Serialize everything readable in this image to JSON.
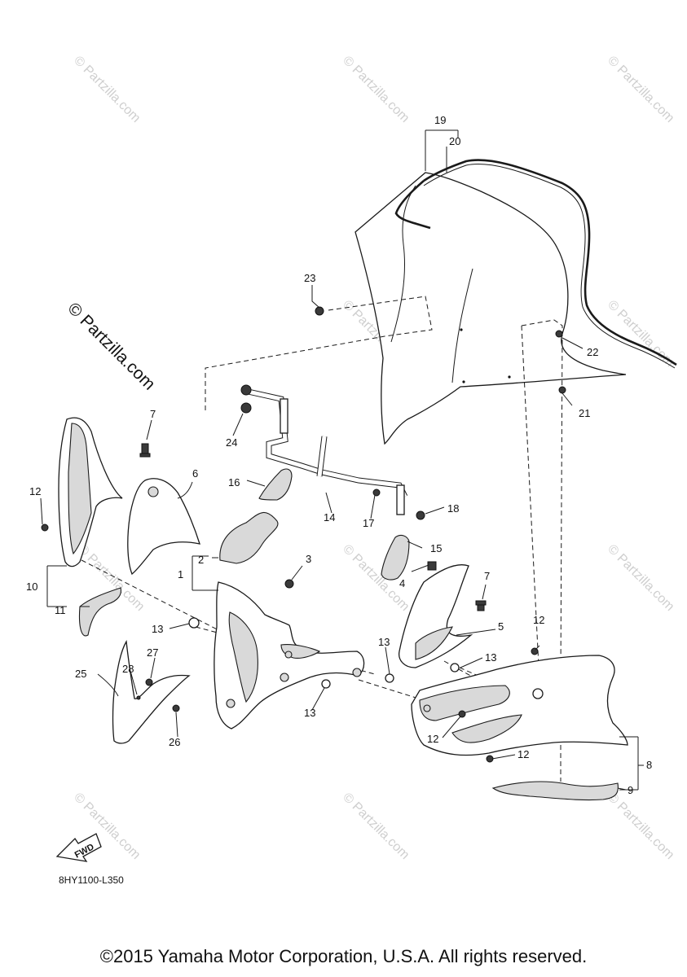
{
  "diagram": {
    "reference_code": "8HY1100-L350",
    "fwd_label": "FWD",
    "watermark_main": "© Partzilla.com",
    "watermark_small": "© Partzilla.com",
    "callouts": {
      "c1": "1",
      "c2": "2",
      "c3": "3",
      "c4": "4",
      "c5": "5",
      "c6": "6",
      "c7a": "7",
      "c7b": "7",
      "c8": "8",
      "c9": "9",
      "c10": "10",
      "c11": "11",
      "c12a": "12",
      "c12b": "12",
      "c12c": "12",
      "c12d": "12",
      "c13a": "13",
      "c13b": "13",
      "c13c": "13",
      "c13d": "13",
      "c14": "14",
      "c15": "15",
      "c16": "16",
      "c17": "17",
      "c18": "18",
      "c19": "19",
      "c20": "20",
      "c21": "21",
      "c22": "22",
      "c23": "23",
      "c24": "24",
      "c25": "25",
      "c26": "26",
      "c27": "27",
      "c28": "28"
    }
  },
  "footer": {
    "copyright": "©2015 Yamaha Motor Corporation, U.S.A. All rights reserved."
  }
}
